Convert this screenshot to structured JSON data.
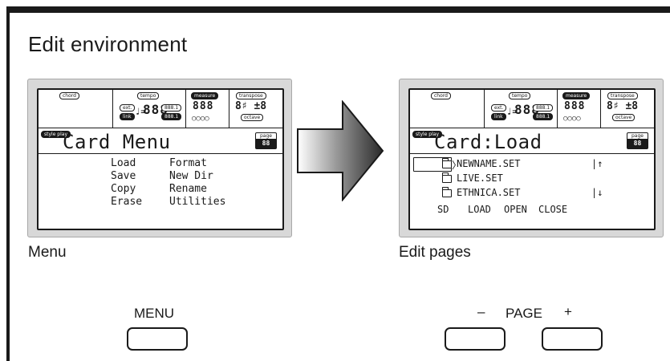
{
  "heading": "Edit environment",
  "lcd_status": {
    "chord_tag": "chord",
    "tempo_tag": "tempo",
    "ext_tag": "ext.",
    "link_tag": "link",
    "tempo_value": "888",
    "tempo_sym": "♩=",
    "sub_tag_1": "888.1",
    "sub_tag_2": "888.1",
    "measure_tag": "measure",
    "measure_value": "888",
    "measure_dots": "○○○○",
    "transpose_tag": "transpose",
    "transpose_value": "8♯ ±8",
    "octave_tag": "octave",
    "style_play_tag": "style play",
    "page_tag": "page",
    "page_value": "88"
  },
  "left_screen": {
    "title": "Card Menu",
    "menu_col1": [
      "Load",
      "Save",
      "Copy",
      "Erase"
    ],
    "menu_col2": [
      "Format",
      "New Dir",
      "Rename",
      "Utilities"
    ]
  },
  "right_screen": {
    "title": "Card:Load",
    "files": [
      {
        "name": "NEWNAME.SET",
        "mark": "|↑"
      },
      {
        "name": "LIVE.SET",
        "mark": ""
      },
      {
        "name": "ETHNICA.SET",
        "mark": "|↓"
      }
    ],
    "selection_arrow": "〉",
    "softkeys": [
      "SD",
      "LOAD",
      "OPEN",
      "CLOSE"
    ]
  },
  "captions": {
    "left": "Menu",
    "right": "Edit pages"
  },
  "buttons": {
    "menu_label": "MENU",
    "page_minus": "–",
    "page_label": "PAGE",
    "page_plus": "+"
  },
  "colors": {
    "frame": "#1a1a1a",
    "screen_bezel": "#d8d8d8",
    "arrow_gradient_start": "#ffffff",
    "arrow_gradient_end": "#2a2a2a"
  }
}
